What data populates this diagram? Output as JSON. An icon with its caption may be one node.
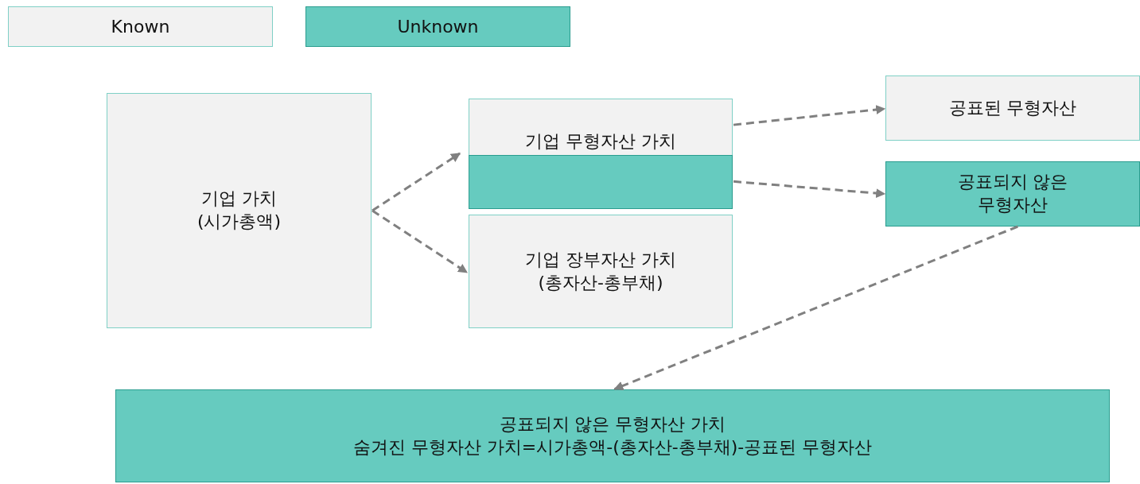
{
  "diagram": {
    "nodes": [
      {
        "text": [
          "기업 가치 (시가총액)"
        ]
      },
      {
        "text": [
          "기업 무형자산 가치"
        ]
      },
      {
        "text": [],
        "shape": "box",
        "in": 1
      },
      {
        "text": [
          "기업 장부자산 가치 (총자산-총부채)"
        ]
      },
      {
        "text": [
          "공표된 무형자산"
        ]
      },
      {
        "text": [
          "공표되지 않은 무형자산"
        ]
      },
      {
        "text": [
          "공표되지 않은 무형자산 가치",
          "숨겨진 무형자산 가치=시가총액-(총자산-총부채)-공표된 무형자산"
        ]
      }
    ],
    "edges": [
      {
        "from": 0,
        "to": 1,
        "arrow": "to",
        "style": "dashed"
      },
      {
        "from": 0,
        "to": 3,
        "arrow": "to",
        "style": "dashed"
      },
      {
        "from": 1,
        "to": 4,
        "arrow": "to",
        "style": "dashed"
      },
      {
        "from": 2,
        "to": 5,
        "arrow": "to",
        "style": "dashed"
      },
      {
        "from": 5,
        "to": 6,
        "arrow": "to",
        "style": "dashed"
      }
    ],
    "legend": [
      {
        "text": "Known",
        "color": "#f2f2f2"
      },
      {
        "text": "Unknown",
        "color": "#66cbbf"
      }
    ]
  }
}
